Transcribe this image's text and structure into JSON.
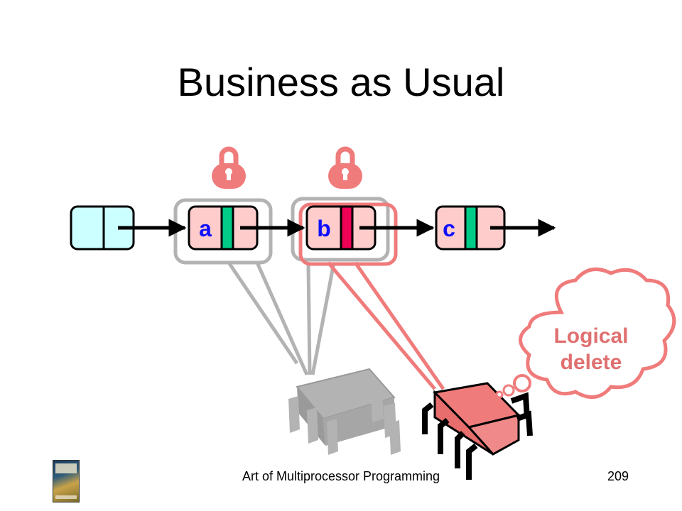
{
  "slide": {
    "title": "Business as Usual",
    "footer": "Art of Multiprocessor Programming",
    "page_number": "209"
  },
  "list": {
    "nodes": [
      {
        "label": "",
        "role": "head-sentinel",
        "fill": "#ccffff",
        "marker": "none"
      },
      {
        "label": "a",
        "role": "node",
        "fill": "#ffcccc",
        "marker": "#00cc88"
      },
      {
        "label": "b",
        "role": "node",
        "fill": "#ffcccc",
        "marker": "#ee0055"
      },
      {
        "label": "c",
        "role": "node",
        "fill": "#ffcccc",
        "marker": "#00cc88"
      }
    ]
  },
  "locks": [
    {
      "over": "a",
      "color": "#f07b7b",
      "icon": "lock-icon"
    },
    {
      "over": "b",
      "color": "#f07b7b",
      "icon": "lock-icon"
    }
  ],
  "threads": [
    {
      "name": "gray-thread",
      "color": "#b3b3b3",
      "icon": "chip-icon"
    },
    {
      "name": "red-thread",
      "color": "#f08080",
      "icon": "chip-icon"
    }
  ],
  "thought_bubble": {
    "line1": "Logical",
    "line2": "delete"
  },
  "colors": {
    "label": "#1010ff",
    "gray_lock_outline": "#b3b3b3",
    "red_lock_outline": "#f07b7b"
  }
}
